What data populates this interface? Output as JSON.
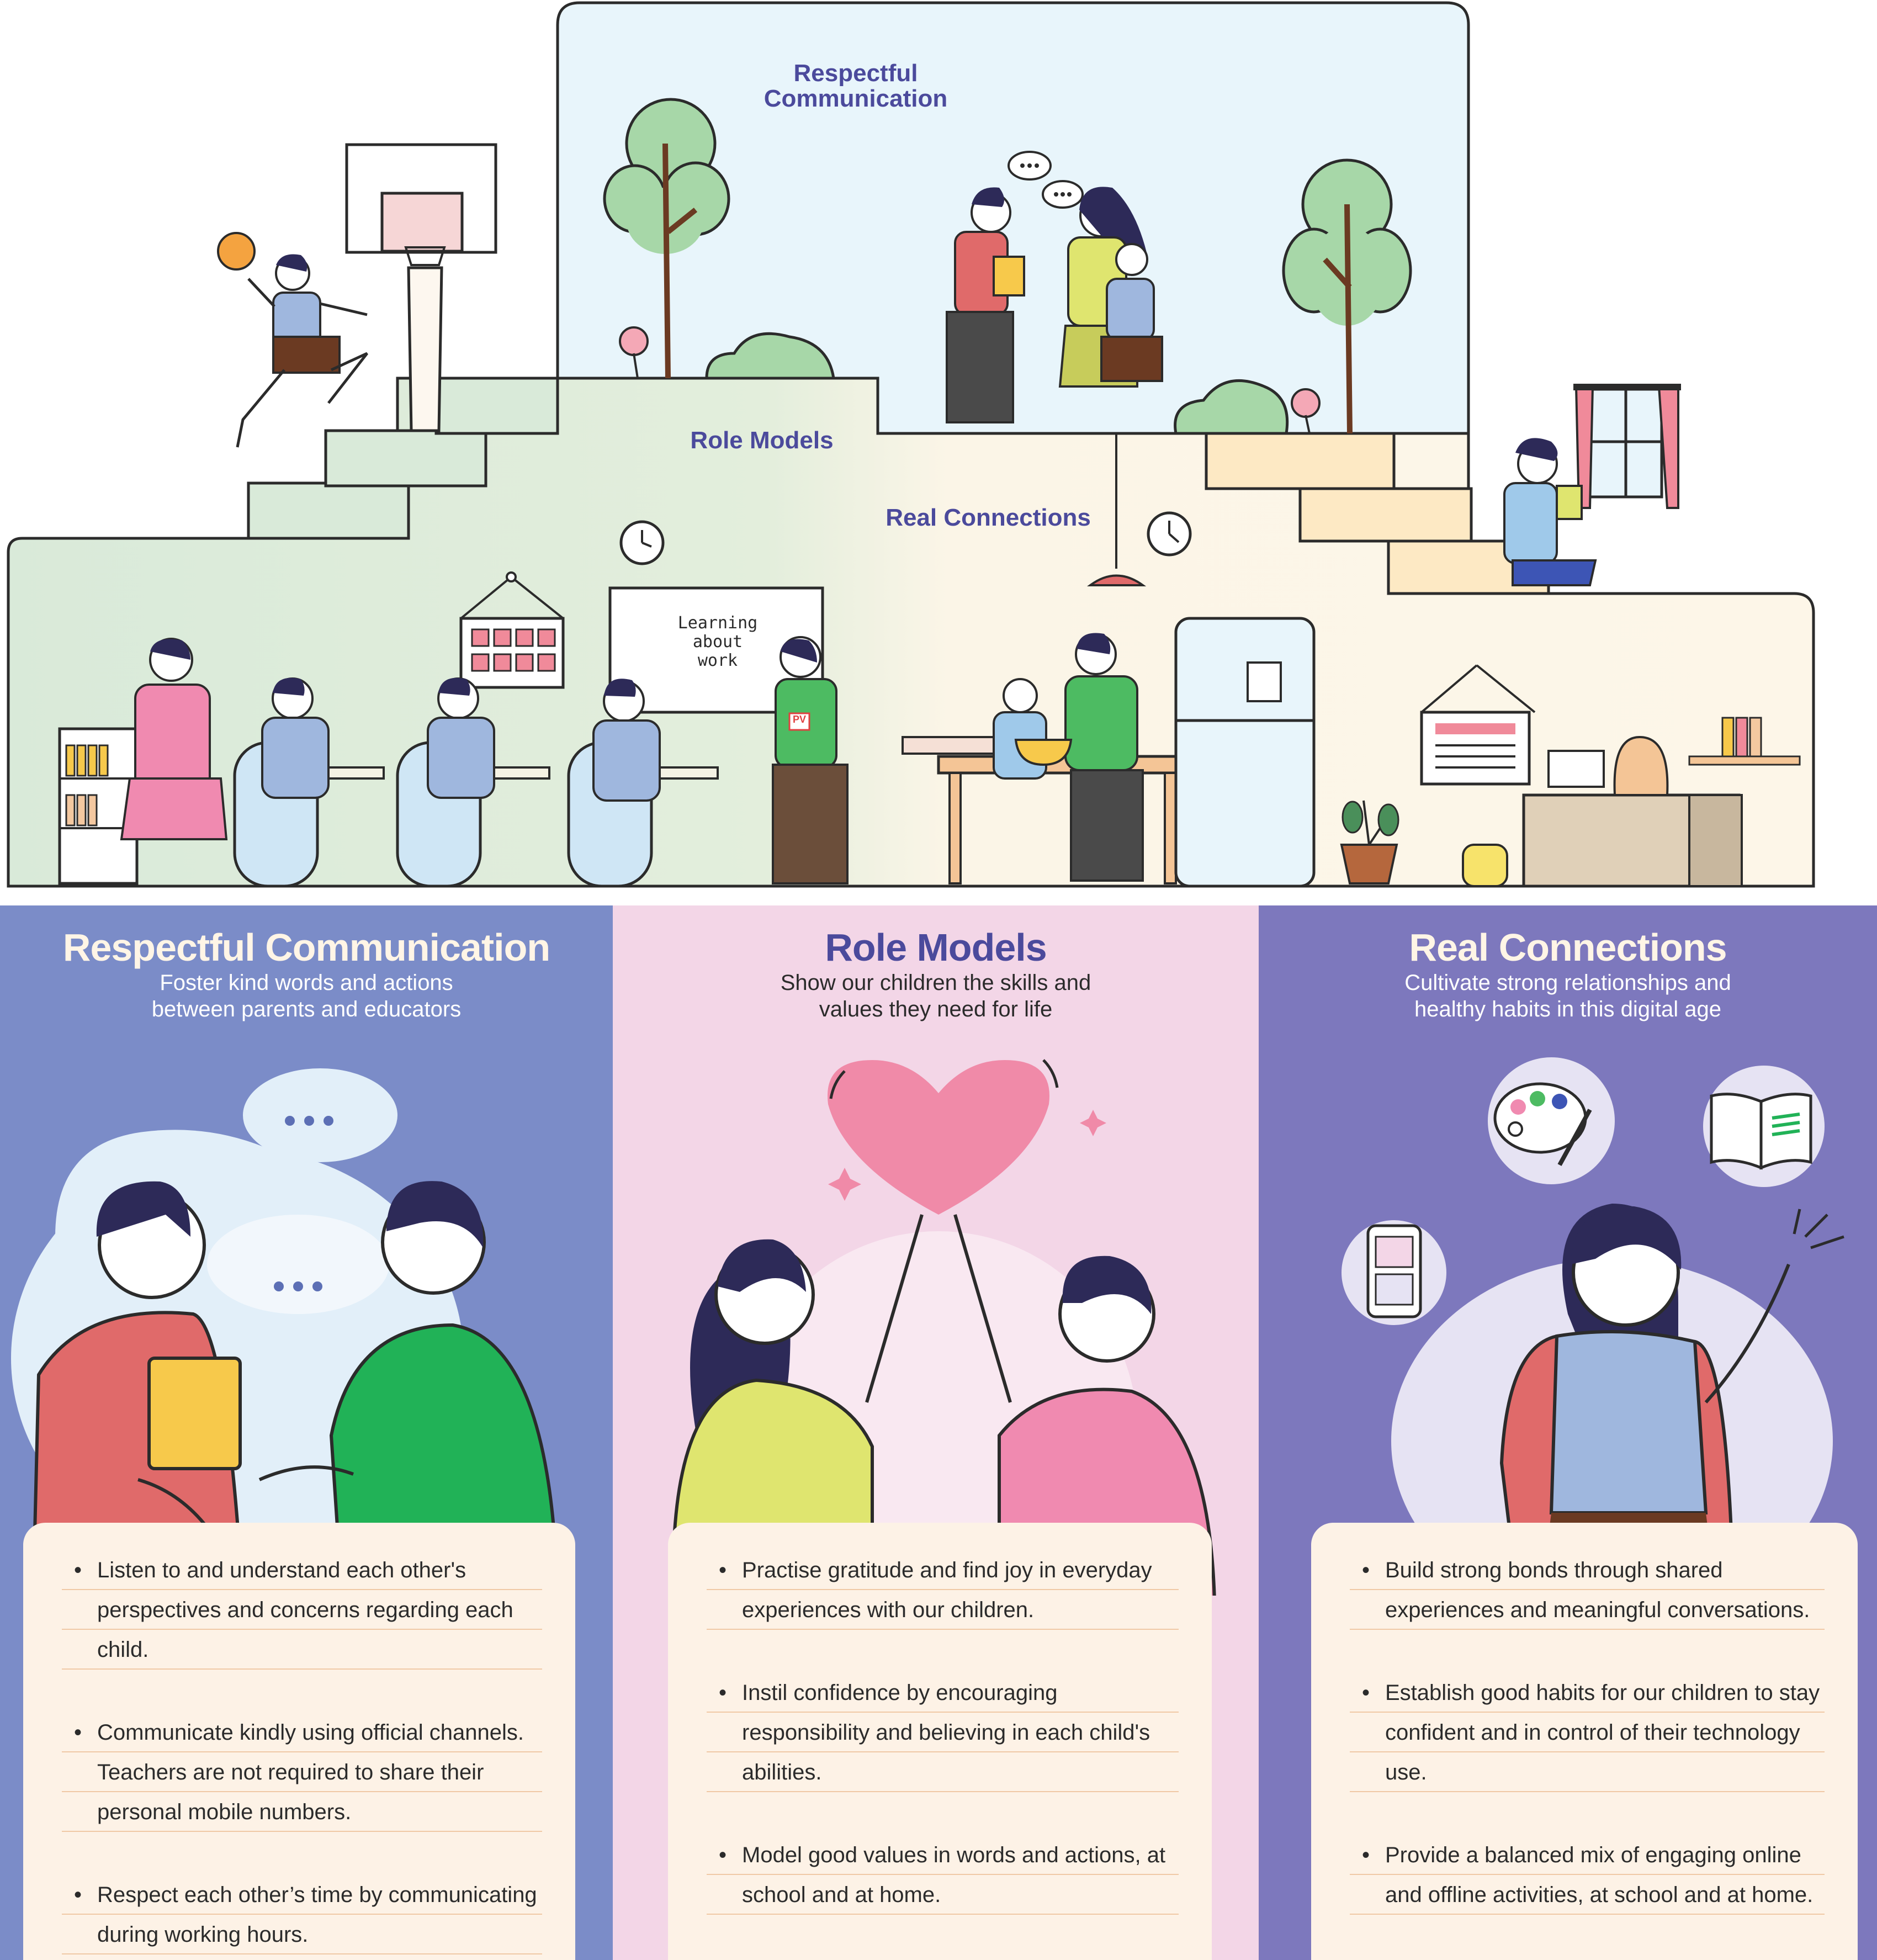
{
  "scene": {
    "labels": {
      "top": "Respectful\nCommunication",
      "middle": "Role Models",
      "right": "Real Connections"
    },
    "whiteboard_text": "Learning\nabout\nwork",
    "badge_text": "PV"
  },
  "panels": [
    {
      "id": "respectful",
      "title": "Respectful Communication",
      "subtitle": "Foster kind words and actions\nbetween parents and educators",
      "bullets": [
        "Listen to and understand each other's perspectives and concerns regarding each child.",
        "Communicate kindly using official channels. Teachers are not required to share their personal mobile numbers.",
        "Respect each other’s time by communicating during working hours."
      ]
    },
    {
      "id": "role-models",
      "title": "Role Models",
      "subtitle": "Show our children the skills and\nvalues they need for life",
      "bullets": [
        "Practise gratitude and find joy in everyday experiences with our children.",
        "Instil confidence by encouraging responsibility and believing in each child's abilities.",
        "Model good values in words and actions, at school and at home."
      ]
    },
    {
      "id": "real-connections",
      "title": "Real Connections",
      "subtitle": "Cultivate strong relationships and\nhealthy habits in this digital age",
      "bullets": [
        "Build strong bonds through shared experiences and meaningful conversations.",
        "Establish good habits for our children to stay confident and in control of their technology use.",
        "Provide a balanced mix of engaging online and offline activities, at school and at home."
      ]
    }
  ],
  "colors": {
    "panel_blue": "#7b8cc8",
    "panel_pink": "#f3d6e7",
    "panel_purple": "#7d78bd",
    "card_bg": "#fdf2e6",
    "label_indigo": "#4b4a9c",
    "scene_sky": "#e8f5fb",
    "scene_green": "#d9ead9",
    "scene_cream": "#fdf6e8"
  }
}
